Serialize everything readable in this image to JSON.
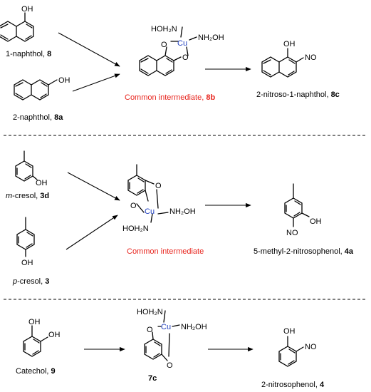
{
  "atoms": {
    "oh": "OH",
    "o": "O",
    "cu": "Cu",
    "nh2oh": "NH₂OH",
    "hoh2n": "HOH₂N",
    "no": "NO"
  },
  "row1": {
    "r1_name": "1-naphthol, ",
    "r1_num": "8",
    "r2_name": "2-naphthol, ",
    "r2_num": "8a",
    "int_name": "Common intermediate, ",
    "int_num": "8b",
    "prod_name": "2-nitroso-1-naphthol, ",
    "prod_num": "8c"
  },
  "row2": {
    "r1_italic": "m",
    "r1_name": "-cresol, ",
    "r1_num": "3d",
    "r2_italic": "p",
    "r2_name": "-cresol, ",
    "r2_num": "3",
    "int_name": "Common intermediate",
    "prod_name": "5-methyl-2-nitrosophenol, ",
    "prod_num": "4a"
  },
  "row3": {
    "r1_name": "Catechol, ",
    "r1_num": "9",
    "int_num": "7c",
    "prod_name": "2-nitrosophenol, ",
    "prod_num": "4"
  },
  "colors": {
    "highlight": "#e8261f",
    "copper": "#1f3fbf"
  }
}
